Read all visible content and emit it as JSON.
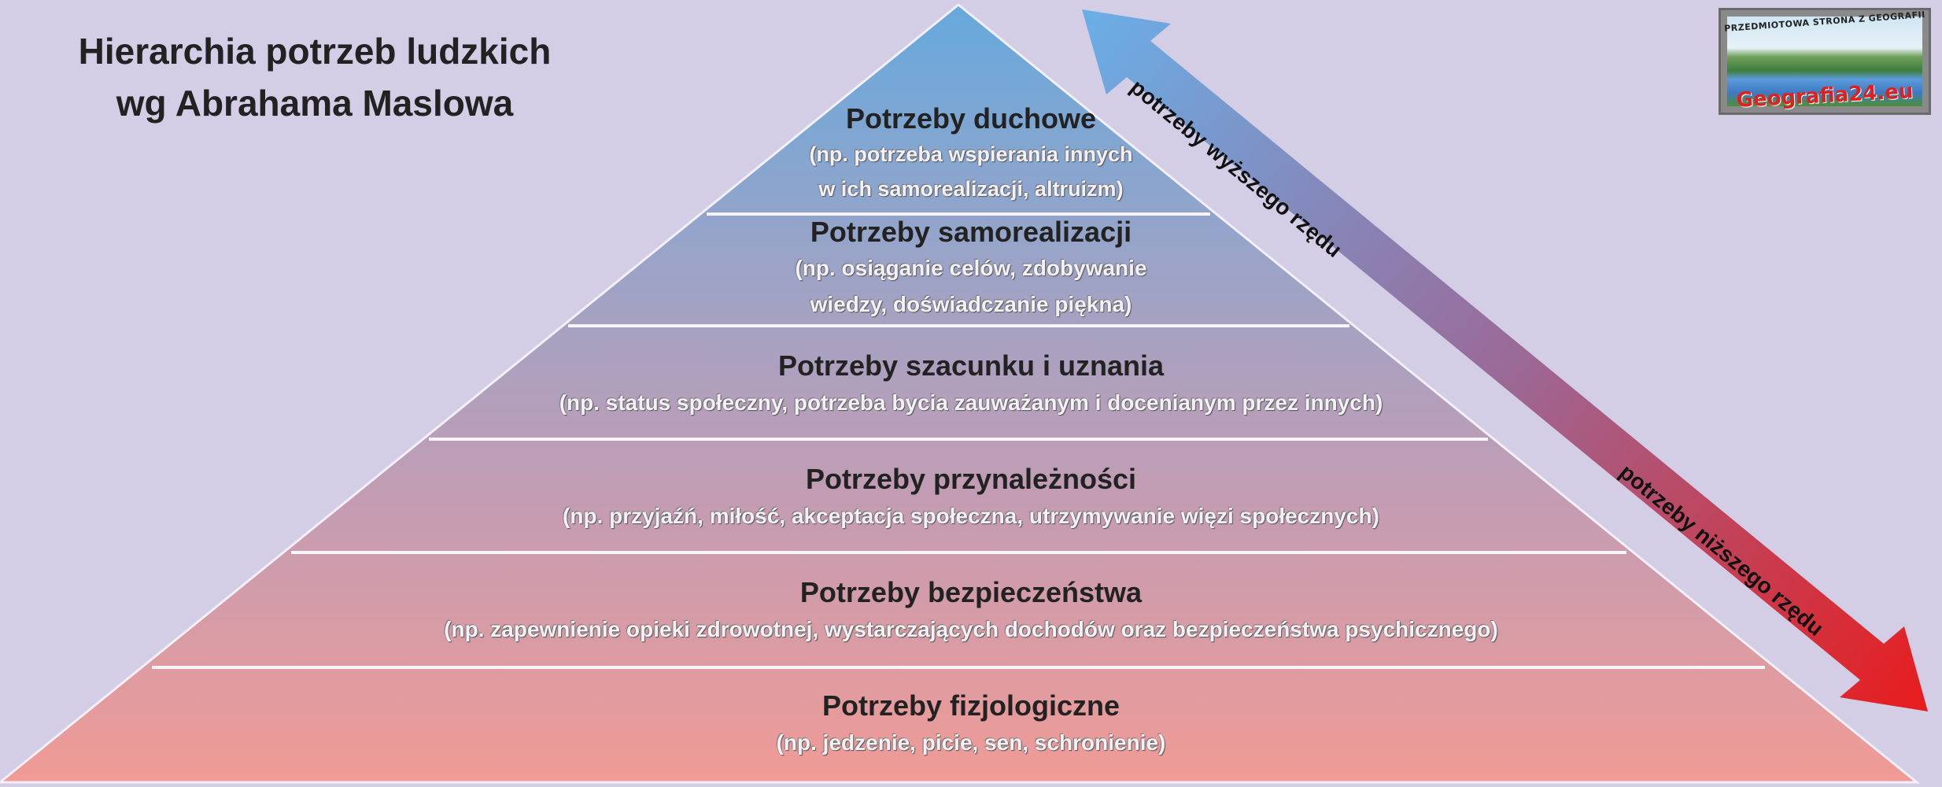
{
  "title": {
    "line1": "Hierarchia potrzeb ludzkich",
    "line2": "wg Abrahama Maslowa"
  },
  "levels": [
    {
      "name": "Potrzeby duchowe",
      "desc_line1": "(np. potrzeba wspierania innych",
      "desc_line2": "w ich samorealizacji, altruizm)",
      "color": "#6fa8d8"
    },
    {
      "name": "Potrzeby samorealizacji",
      "desc_line1": "(np. osiąganie celów, zdobywanie",
      "desc_line2": "wiedzy, doświadczanie piękna)",
      "color": "#93a2c8"
    },
    {
      "name": "Potrzeby szacunku i uznania",
      "desc_line1": "(np. status społeczny, potrzeba bycia zauważanym i docenianym przez innych)",
      "desc_line2": "",
      "color": "#a99cb8"
    },
    {
      "name": "Potrzeby przynależności",
      "desc_line1": "(np. przyjaźń, miłość, akceptacja społeczna, utrzymywanie więzi społecznych)",
      "desc_line2": "",
      "color": "#c29ab0"
    },
    {
      "name": "Potrzeby bezpieczeństwa",
      "desc_line1": "(np. zapewnienie opieki zdrowotnej, wystarczających dochodów oraz bezpieczeństwa psychicznego)",
      "desc_line2": "",
      "color": "#d99ca8"
    },
    {
      "name": "Potrzeby fizjologiczne",
      "desc_line1": "(np. jedzenie, picie, sen, schronienie)",
      "desc_line2": "",
      "color": "#ec9c9c"
    }
  ],
  "arrow": {
    "upper_label": "potrzeby wyższego rzędu",
    "lower_label": "potrzeby niższego rzędu",
    "color_top": "#6aaee6",
    "color_bottom": "#e81c1c"
  },
  "logo": {
    "top_text": "PRZEDMIOTOWA STRONA Z GEOGRAFII",
    "brand": "Geografia24.eu"
  },
  "colors": {
    "background": "#d3cde6",
    "pyramid_top": "#66a9dd",
    "pyramid_bottom": "#f09b95"
  }
}
